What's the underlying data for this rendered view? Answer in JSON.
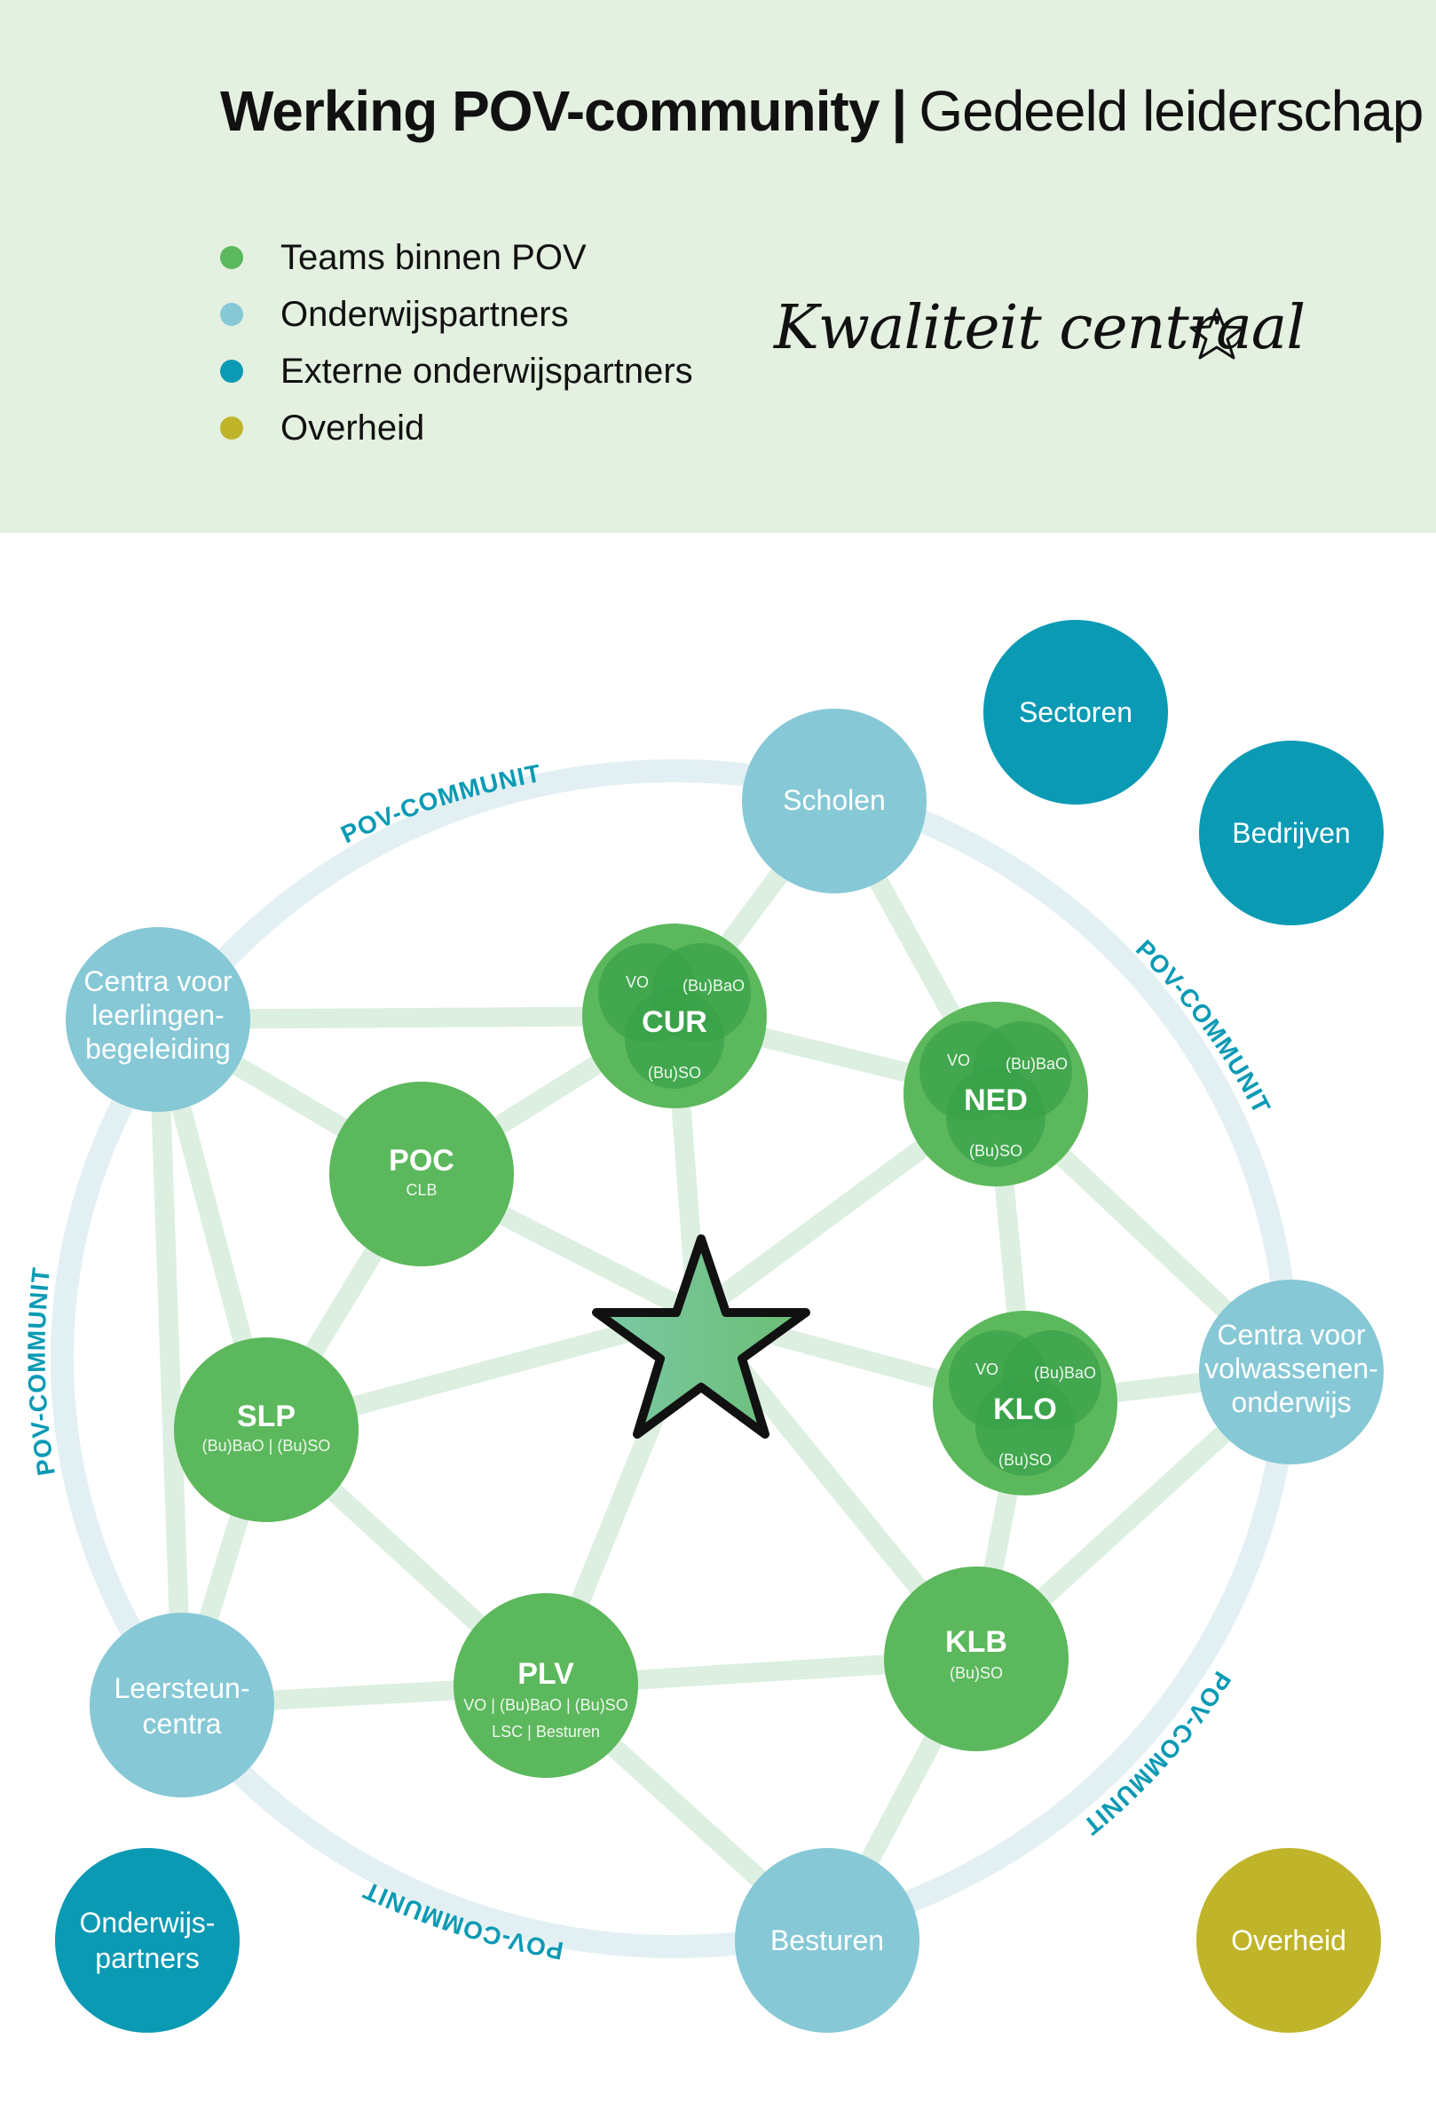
{
  "header": {
    "title_bold": "Werking POV-community",
    "title_separator": "|",
    "title_light": "Gedeeld leiderschap",
    "motto": "Kwaliteit centraal"
  },
  "legend": [
    {
      "label": "Teams binnen POV",
      "color": "#5cb85c"
    },
    {
      "label": "Onderwijspartners",
      "color": "#86c8d6"
    },
    {
      "label": "Externe onderwijspartners",
      "color": "#0b9ab4"
    },
    {
      "label": "Overheid",
      "color": "#c0b52a"
    }
  ],
  "colors": {
    "team": "#5cb85c",
    "team_inner": "#3aa24a",
    "team_overlap": "#2a9a46",
    "partner": "#86c8d6",
    "external": "#0b9ab4",
    "government": "#c0b52a",
    "ring": "#e2f0f3",
    "ring_label": "#0b9ab4",
    "link": "#dcefe0",
    "star_fill": "#72c08e"
  },
  "ring_label": "POV-COMMUNITY",
  "nodes": {
    "scholen": {
      "label": "Scholen"
    },
    "centra_leerlingen": {
      "lines": [
        "Centra voor",
        "leerlingen-",
        "begeleiding"
      ]
    },
    "centra_volwassenen": {
      "lines": [
        "Centra voor",
        "volwassenen-",
        "onderwijs"
      ]
    },
    "leersteuncentra": {
      "lines": [
        "Leersteun-",
        "centra"
      ]
    },
    "besturen": {
      "label": "Besturen"
    },
    "sectoren": {
      "label": "Sectoren"
    },
    "bedrijven": {
      "label": "Bedrijven"
    },
    "onderwijspartners": {
      "lines": [
        "Onderwijs-",
        "partners"
      ]
    },
    "overheid": {
      "label": "Overheid"
    },
    "poc": {
      "label": "POC",
      "sub": "CLB"
    },
    "slp": {
      "label": "SLP",
      "sub": "(Bu)BaO | (Bu)SO"
    },
    "plv": {
      "label": "PLV",
      "sub1": "VO | (Bu)BaO | (Bu)SO",
      "sub2": "LSC | Besturen"
    },
    "klb": {
      "label": "KLB",
      "sub": "(Bu)SO"
    },
    "cur": {
      "label": "CUR",
      "vo": "VO",
      "bao": "(Bu)BaO",
      "so": "(Bu)SO"
    },
    "ned": {
      "label": "NED",
      "vo": "VO",
      "bao": "(Bu)BaO",
      "so": "(Bu)SO"
    },
    "klo": {
      "label": "KLO",
      "vo": "VO",
      "bao": "(Bu)BaO",
      "so": "(Bu)SO"
    }
  }
}
